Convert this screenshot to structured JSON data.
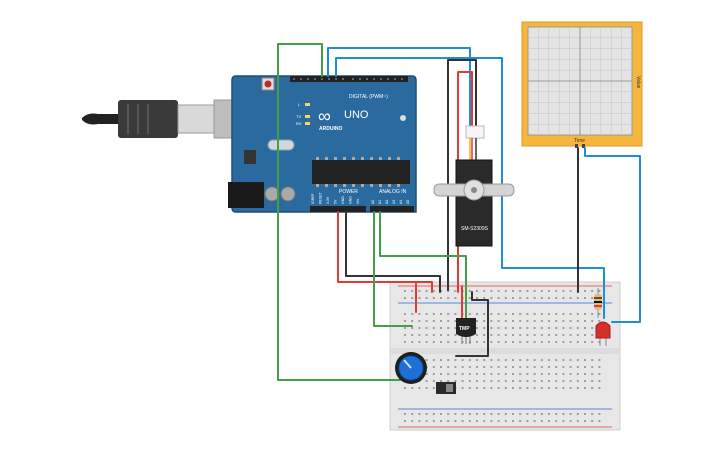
{
  "arduino": {
    "brand_symbol": "∞",
    "uno_label": "UNO",
    "brand_label": "ARDUINO",
    "digital_header": "DIGITAL (PWM~)",
    "power_label": "POWER",
    "analog_label": "ANALOG IN",
    "led_labels": {
      "l": "L",
      "tx": "TX",
      "rx": "RX"
    },
    "power_pins": [
      "IOREF",
      "RESET",
      "3.3V",
      "5V",
      "GND",
      "GND",
      "Vin"
    ],
    "analog_pins": [
      "A0",
      "A1",
      "A2",
      "A3",
      "A4",
      "A5"
    ]
  },
  "servo": {
    "model_label": "SM-S2309S"
  },
  "temp_sensor": {
    "label": "TMP"
  },
  "plotter": {
    "x_label": "Time",
    "y_label": "Value"
  },
  "colors": {
    "board_blue": "#2b6a9e",
    "wire_red": "#e53935",
    "wire_black": "#333333",
    "wire_green": "#43a047",
    "wire_blue": "#1e8fd6",
    "breadboard": "#e7e7e7",
    "plotter_frame": "#f6b63c",
    "led_red": "#d32f2f"
  }
}
